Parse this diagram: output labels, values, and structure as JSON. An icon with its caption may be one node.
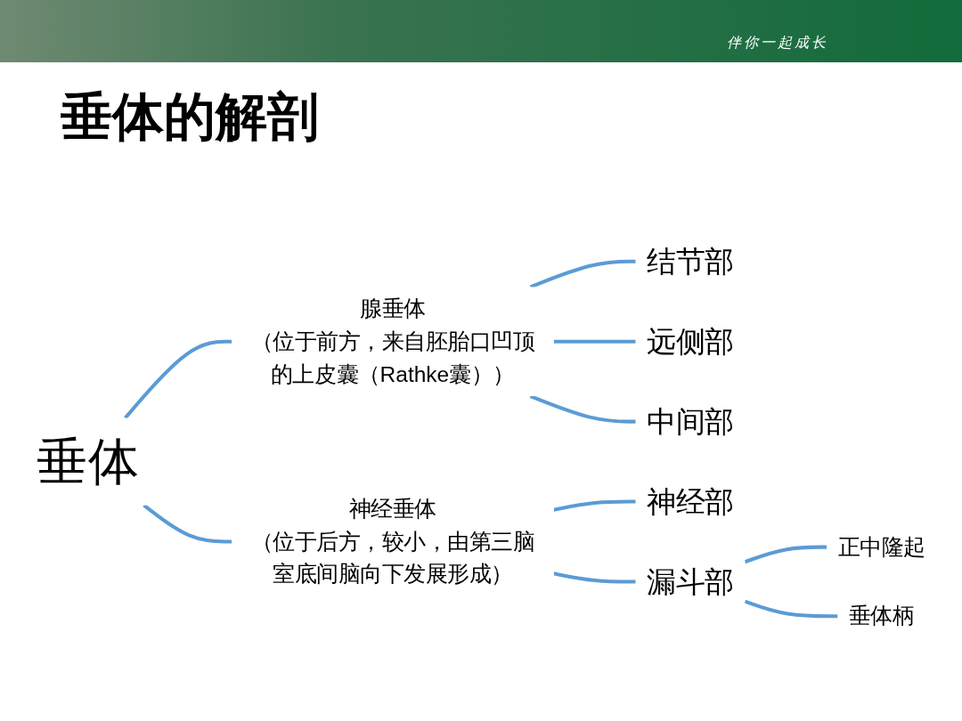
{
  "diagram": {
    "title": "垂体的解剖",
    "nodes": [
      {
        "text": [
          "垂体"
        ]
      },
      {
        "text": [
          "腺垂体",
          "（位于前方，来自胚胎口凹顶的上皮囊（Rathke囊））"
        ]
      },
      {
        "text": [
          "结节部"
        ]
      },
      {
        "text": [
          "远侧部"
        ]
      },
      {
        "text": [
          "中间部"
        ]
      },
      {
        "text": [
          "神经垂体",
          "（位于后方，较小，由第三脑室底间脑向下发展形成）"
        ]
      },
      {
        "text": [
          "神经部"
        ]
      },
      {
        "text": [
          "漏斗部"
        ]
      },
      {
        "text": [
          "正中隆起"
        ]
      },
      {
        "text": [
          "垂体柄"
        ]
      }
    ],
    "edges": [
      {
        "from": 0,
        "to": 1,
        "arrow": "none"
      },
      {
        "from": 0,
        "to": 5,
        "arrow": "none"
      },
      {
        "from": 1,
        "to": 2,
        "arrow": "none"
      },
      {
        "from": 1,
        "to": 3,
        "arrow": "none"
      },
      {
        "from": 1,
        "to": 4,
        "arrow": "none"
      },
      {
        "from": 5,
        "to": 6,
        "arrow": "none"
      },
      {
        "from": 5,
        "to": 7,
        "arrow": "none"
      },
      {
        "from": 7,
        "to": 8,
        "arrow": "none"
      },
      {
        "from": 7,
        "to": 9,
        "arrow": "none"
      }
    ],
    "labels": [
      "伴你一起成长"
    ]
  }
}
